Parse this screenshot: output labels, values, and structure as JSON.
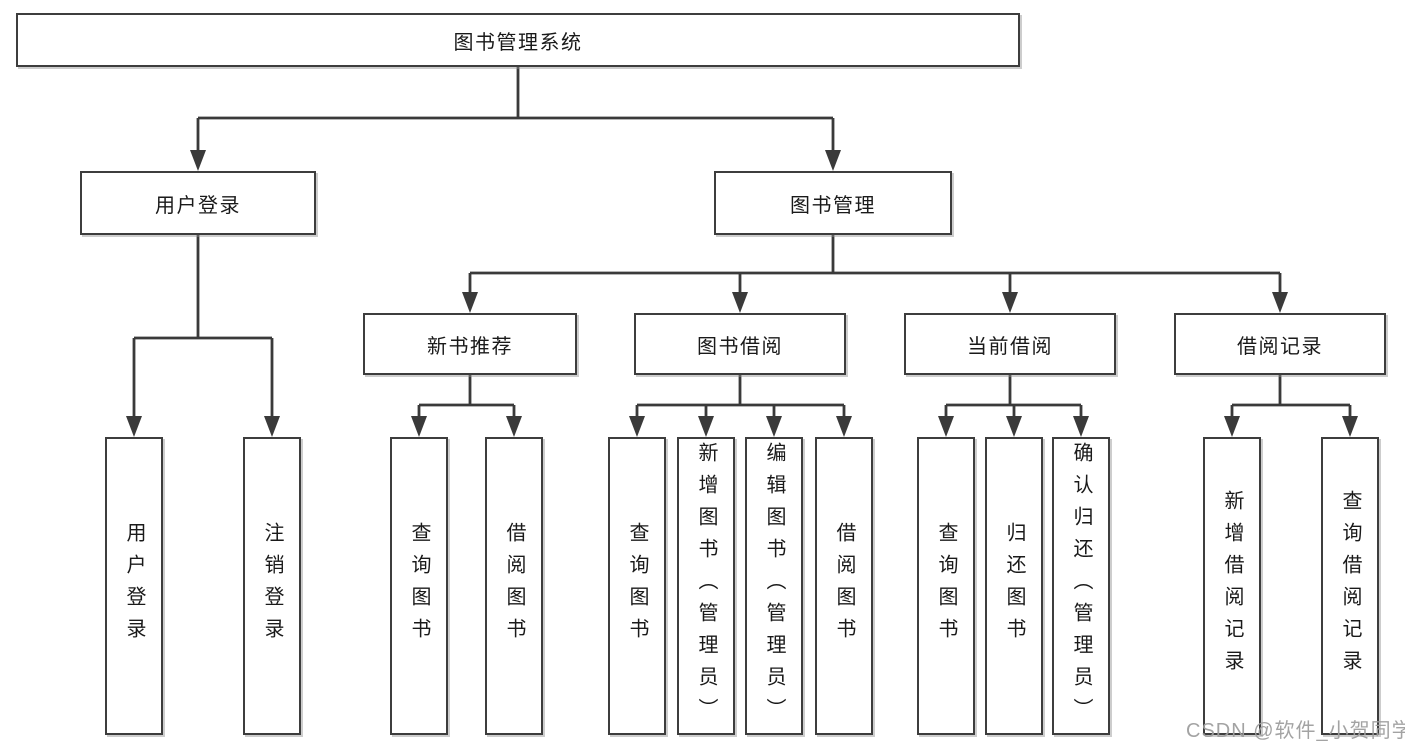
{
  "colors": {
    "background": "#ffffff",
    "line": "#3a3a3a",
    "box_border": "#3d3d3d",
    "box_fill": "#ffffff",
    "text": "#1a1a1a",
    "watermark": "#9e9e9e"
  },
  "tree": {
    "label": "图书管理系统",
    "children": [
      {
        "label": "用户登录",
        "children": [
          {
            "label": "用户登录"
          },
          {
            "label": "注销登录"
          }
        ]
      },
      {
        "label": "图书管理",
        "children": [
          {
            "label": "新书推荐",
            "children": [
              {
                "label": "查询图书"
              },
              {
                "label": "借阅图书"
              }
            ]
          },
          {
            "label": "图书借阅",
            "children": [
              {
                "label": "查询图书"
              },
              {
                "label": "新增图书（管理员）"
              },
              {
                "label": "编辑图书（管理员）"
              },
              {
                "label": "借阅图书"
              }
            ]
          },
          {
            "label": "当前借阅",
            "children": [
              {
                "label": "查询图书"
              },
              {
                "label": "归还图书"
              },
              {
                "label": "确认归还（管理员）"
              }
            ]
          },
          {
            "label": "借阅记录",
            "children": [
              {
                "label": "新增借阅记录"
              },
              {
                "label": "查询借阅记录"
              }
            ]
          }
        ]
      }
    ]
  },
  "watermark": {
    "text": "CSDN @软件_小贺同学"
  }
}
